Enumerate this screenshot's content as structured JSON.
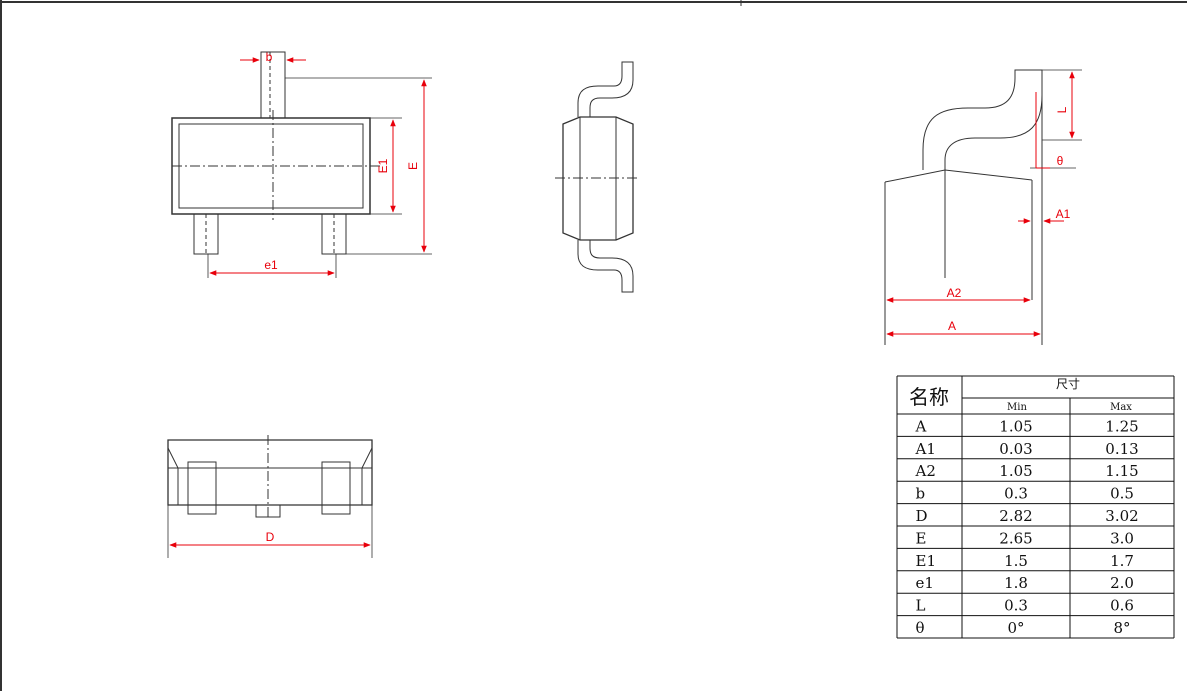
{
  "labels": {
    "b": "b",
    "e1": "e1",
    "E1": "E1",
    "E": "E",
    "L": "L",
    "theta": "θ",
    "A1": "A1",
    "A2": "A2",
    "A": "A",
    "D": "D"
  },
  "table": {
    "name_header": "名称",
    "size_header": "尺寸",
    "min_header": "Min",
    "max_header": "Max",
    "rows": [
      {
        "name": "A",
        "min": "1.05",
        "max": "1.25"
      },
      {
        "name": "A1",
        "min": "0.03",
        "max": "0.13"
      },
      {
        "name": "A2",
        "min": "1.05",
        "max": "1.15"
      },
      {
        "name": "b",
        "min": "0.3",
        "max": "0.5"
      },
      {
        "name": "D",
        "min": "2.82",
        "max": "3.02"
      },
      {
        "name": "E",
        "min": "2.65",
        "max": "3.0"
      },
      {
        "name": "E1",
        "min": "1.5",
        "max": "1.7"
      },
      {
        "name": "e1",
        "min": "1.8",
        "max": "2.0"
      },
      {
        "name": "L",
        "min": "0.3",
        "max": "0.6"
      },
      {
        "name": "θ",
        "min": "0°",
        "max": "8°"
      }
    ]
  },
  "colors": {
    "dimension": "#e8000b",
    "outline": "#333333"
  }
}
